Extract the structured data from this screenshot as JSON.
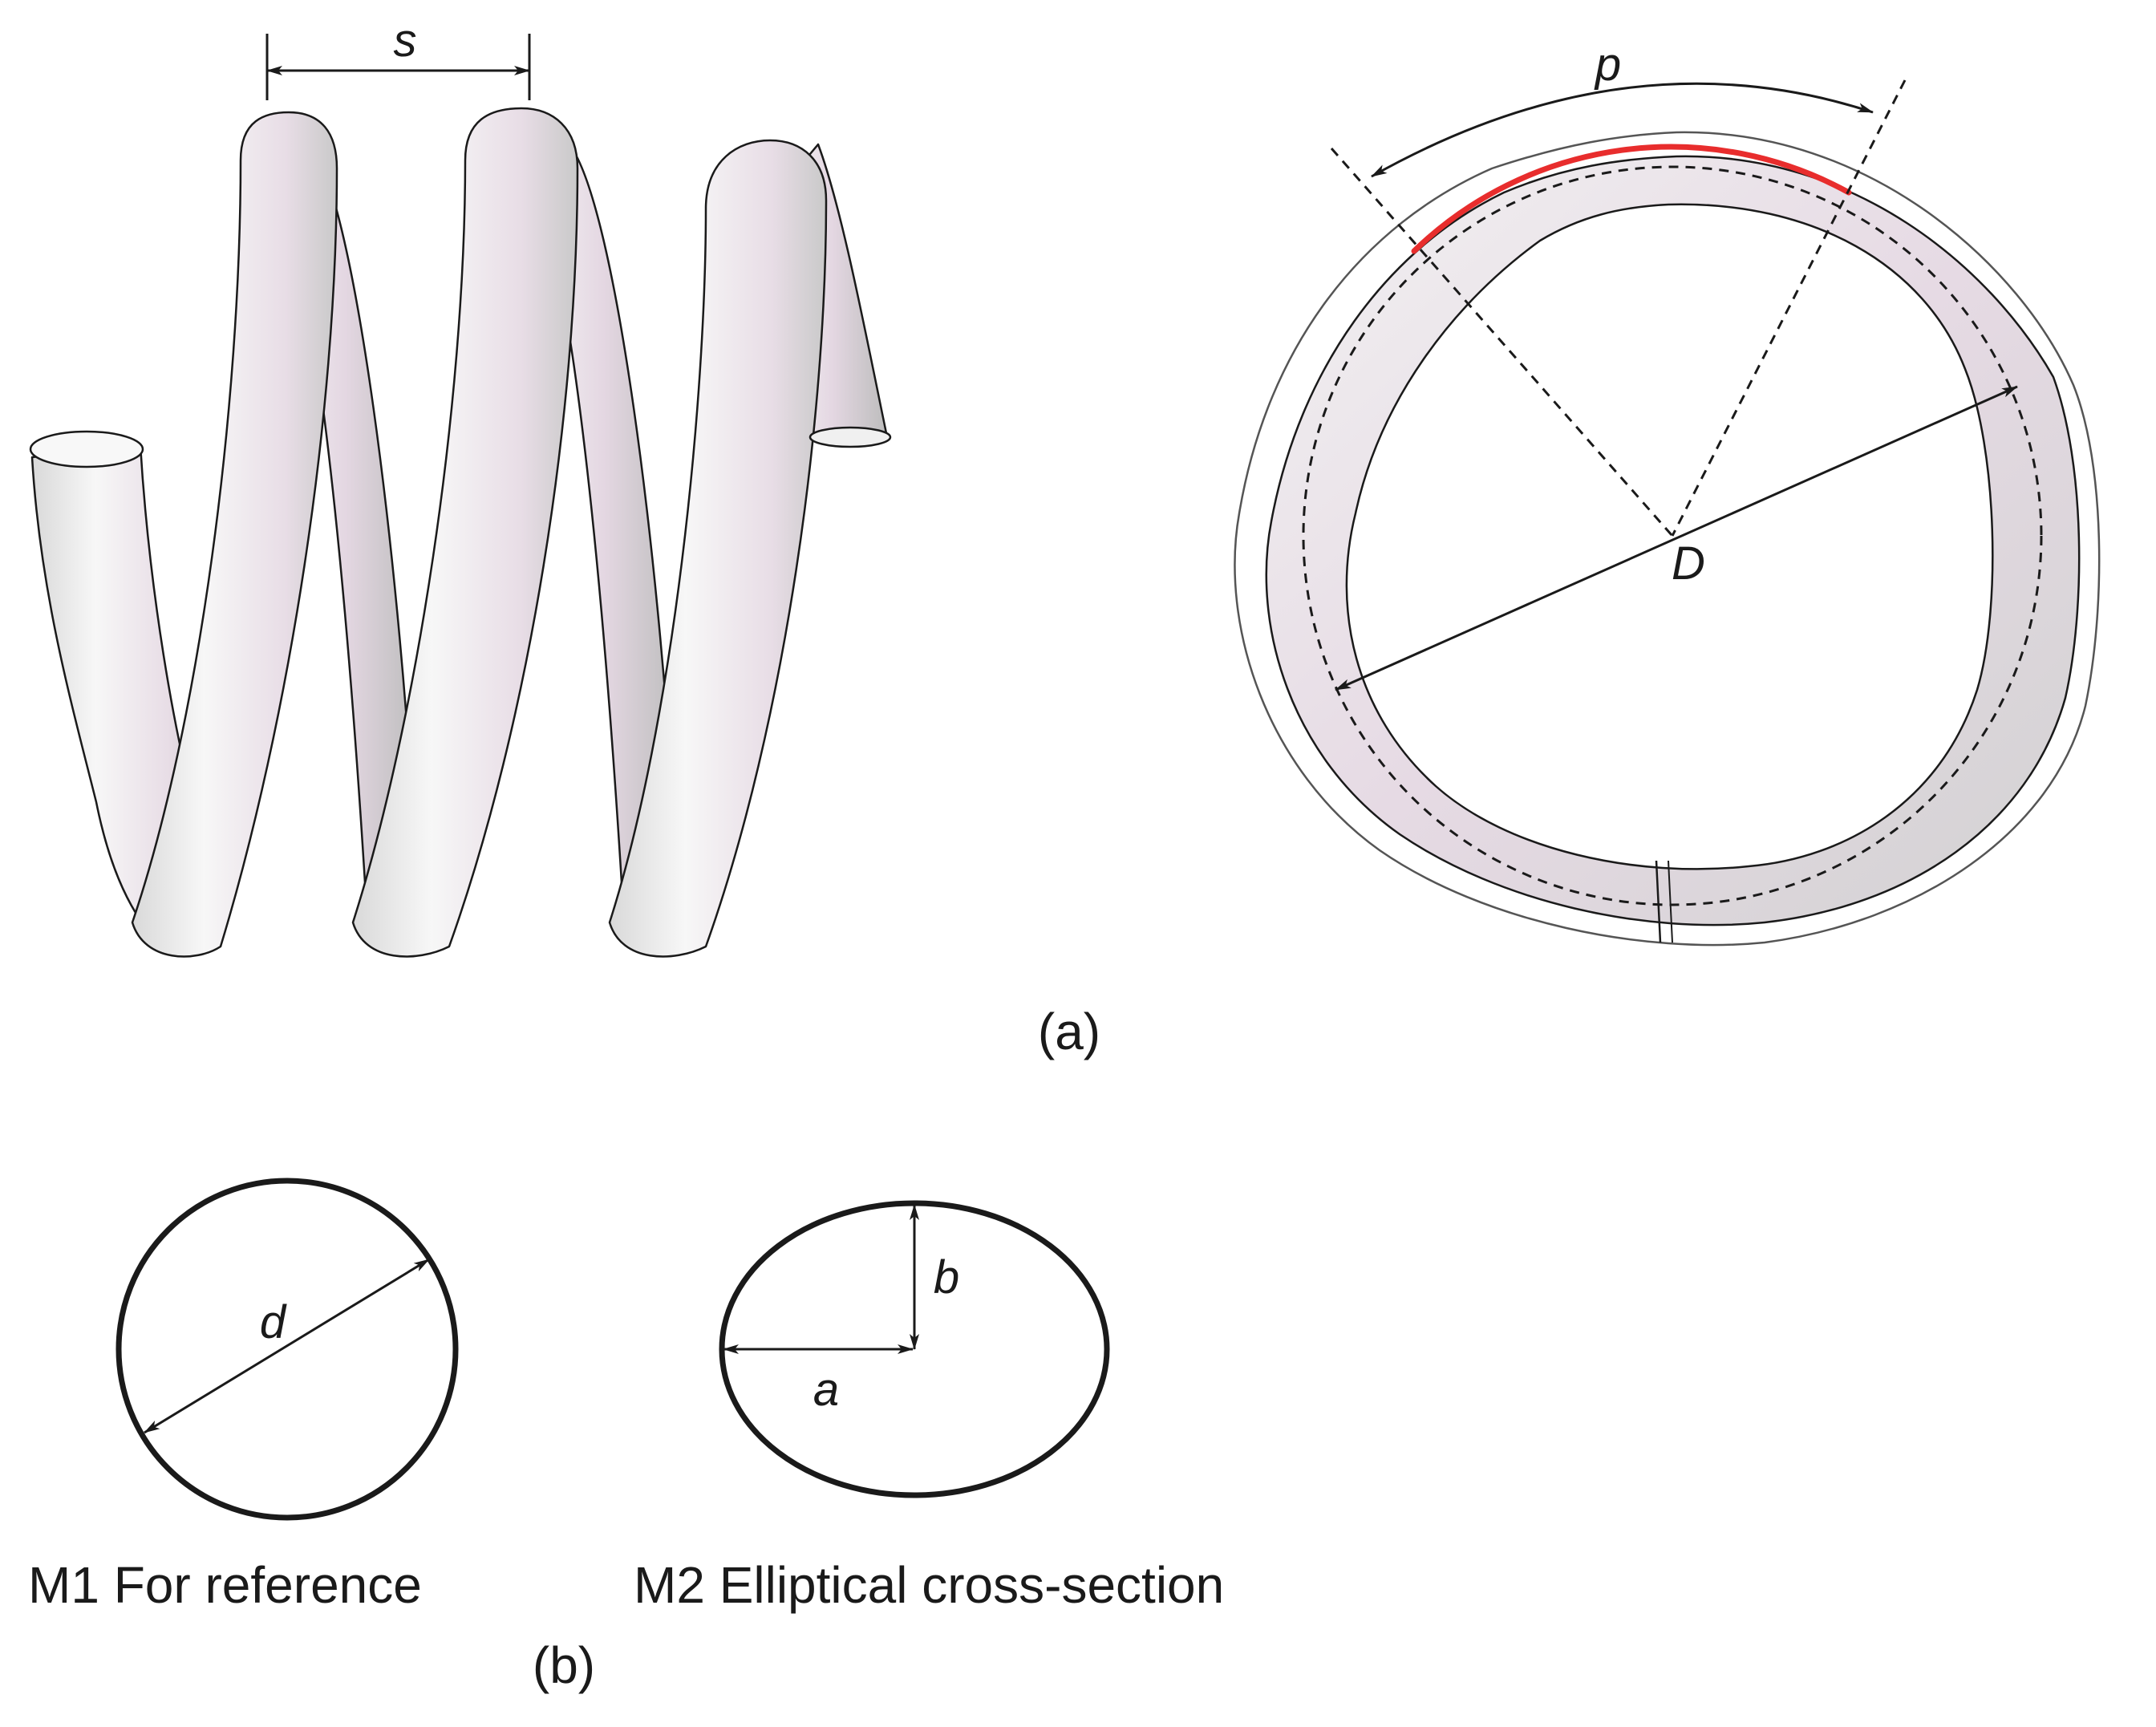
{
  "panel_a": {
    "label": "(a)",
    "spring_side": {
      "dim_label": "s"
    },
    "spring_top": {
      "arc_label": "p",
      "diameter_label": "D"
    }
  },
  "panel_b": {
    "label": "(b)",
    "circle": {
      "dim_label": "d",
      "caption": "M1 For reference"
    },
    "ellipse": {
      "semi_major_label": "a",
      "semi_minor_label": "b",
      "caption": "M2 Elliptical cross-section"
    }
  },
  "colors": {
    "outline": "#1a1a1a",
    "tube_light": "#f4f4f4",
    "tube_shade": "#cfcfcf",
    "tube_tint": "#e9dbe6",
    "highlight_arc": "#e82d2d"
  },
  "icons": [
    "spring-side-view",
    "spring-top-view",
    "circle-cross-section",
    "ellipse-cross-section"
  ]
}
